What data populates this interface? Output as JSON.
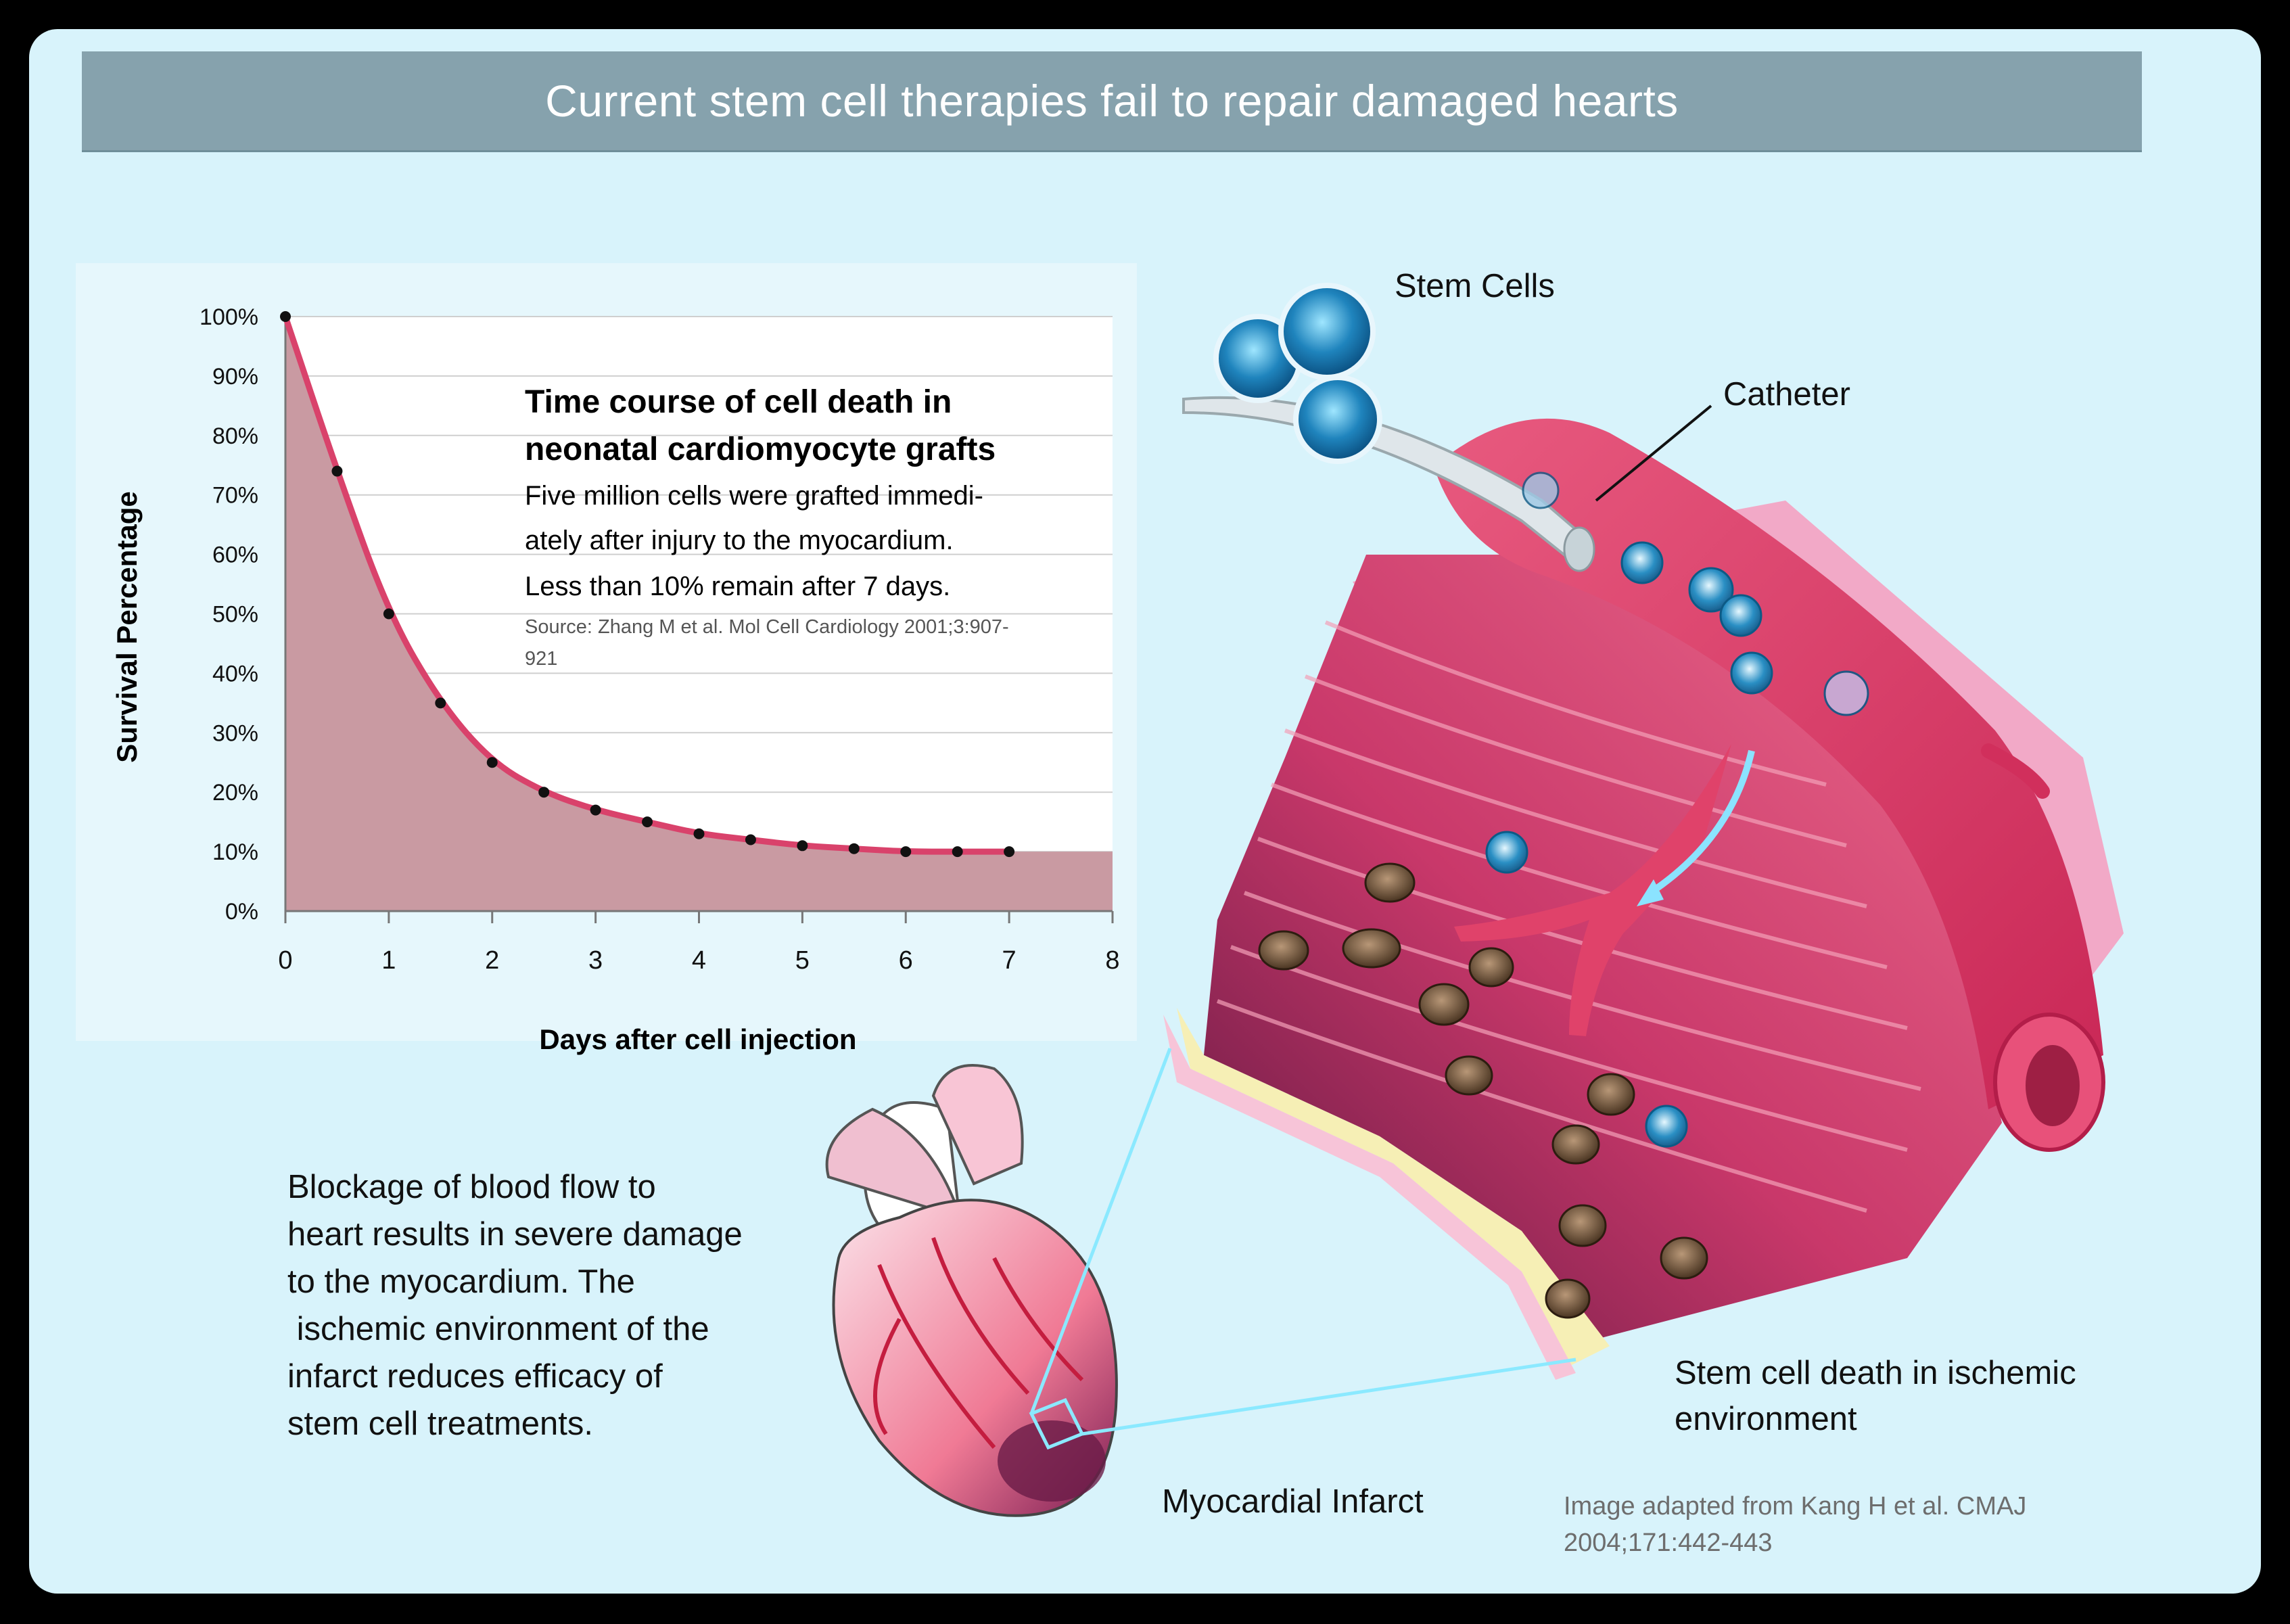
{
  "title": "Current stem cell therapies fail to repair damaged hearts",
  "chart_data": {
    "type": "area",
    "title": "Time course of cell death in neonatal cardiomyocyte grafts",
    "xlabel": "Days after cell injection",
    "ylabel": "Survival Percentage",
    "xlim": [
      0,
      8
    ],
    "ylim": [
      0,
      100
    ],
    "xticks": [
      "0",
      "1",
      "2",
      "3",
      "4",
      "5",
      "6",
      "7",
      "8"
    ],
    "yticks": [
      "0%",
      "10%",
      "20%",
      "30%",
      "40%",
      "50%",
      "60%",
      "70%",
      "80%",
      "90%",
      "100%"
    ],
    "grid": true,
    "x": [
      0,
      0.5,
      1,
      1.5,
      2,
      2.5,
      3,
      3.5,
      4,
      4.5,
      5,
      5.5,
      6,
      6.5,
      7
    ],
    "y": [
      100,
      74,
      50,
      35,
      25,
      20,
      17,
      15,
      13,
      12,
      11,
      10.5,
      10,
      10,
      10
    ],
    "fill_extends_to_x": 8,
    "colors": {
      "line": "#d9426b",
      "fill": "#c99aa2",
      "points": "#111111"
    }
  },
  "chart_annotation": {
    "line1": "Time course of cell death in",
    "line2": "neonatal cardiomyocyte grafts",
    "body1": "Five million cells were grafted immedi-",
    "body2": "ately after injury to the myocardium.",
    "body3": "Less than 10% remain after 7 days.",
    "source1": "Source: Zhang M et al. Mol Cell Cardiology 2001;3:907-",
    "source2": "921"
  },
  "labels": {
    "stem_cells": "Stem Cells",
    "catheter": "Catheter",
    "myocardial_infarct": "Myocardial Infarct",
    "stem_cell_death_1": "Stem cell death in ischemic",
    "stem_cell_death_2": "environment"
  },
  "paragraph": [
    "Blockage of blood flow to",
    "heart results in severe damage",
    "to the myocardium. The",
    " ischemic environment of the",
    "infarct reduces efficacy of",
    "stem cell treatments."
  ],
  "credit": {
    "line1": "Image adapted from Kang H et al. CMAJ",
    "line2": "2004;171:442-443"
  },
  "colors": {
    "background": "#d8f3fb",
    "title_bar": "#86a2ad",
    "vessel": "#e0426a",
    "muscle_pink": "#e5597a",
    "muscle_dark": "#6a1c47",
    "stem_cell": "#2a8fc4"
  }
}
